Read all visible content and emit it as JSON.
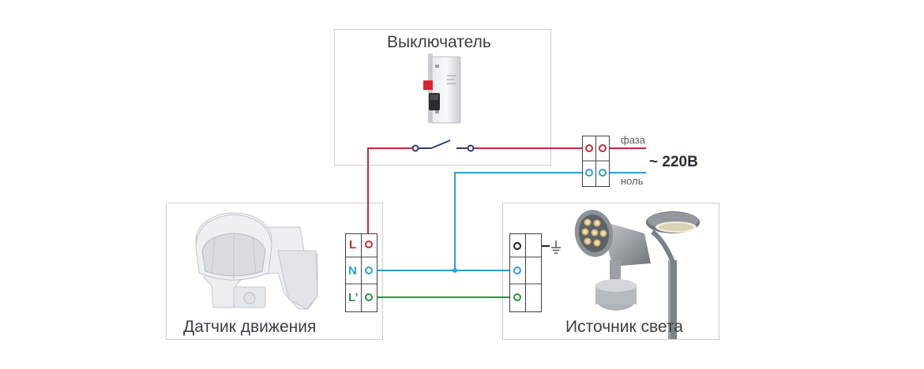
{
  "boxes": {
    "switch": {
      "title": "Выключатель"
    },
    "sensor": {
      "title": "Датчик движения"
    },
    "light": {
      "title": "Источник света"
    }
  },
  "sensor_terminals": {
    "l": "L",
    "n": "N",
    "lp": "L’"
  },
  "supply": {
    "phase": "фаза",
    "neutral": "ноль",
    "voltage": "~ 220В"
  },
  "colors": {
    "phase_wire": "#c8283a",
    "neutral_wire": "#2a9fd6",
    "load_wire": "#1f9a45",
    "switch_wire": "#2d3a7a",
    "ground_wire": "#222222",
    "box_border": "#c9ced3"
  },
  "icons": {
    "breaker": "circuit-breaker-icon",
    "sensor": "motion-sensor-icon",
    "spotlight": "spotlight-icon",
    "street_lamp": "street-lamp-icon",
    "ground": "ground-icon"
  }
}
